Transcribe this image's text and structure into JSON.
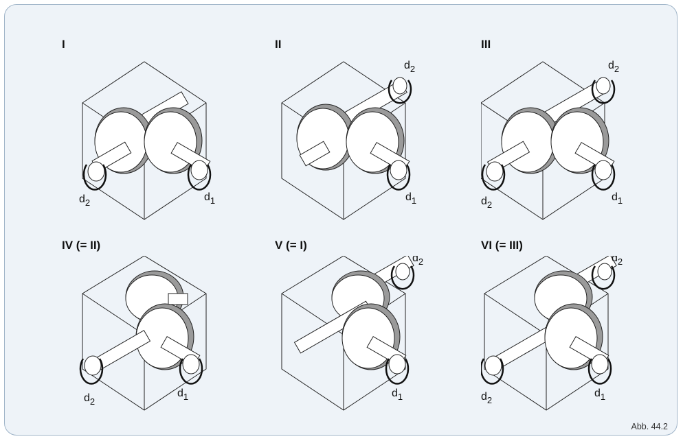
{
  "figures": [
    {
      "label": "I"
    },
    {
      "label": "II"
    },
    {
      "label": "III"
    },
    {
      "label": "IV (= II)"
    },
    {
      "label": "V (= I)"
    },
    {
      "label": "VI (= III)"
    }
  ],
  "direction_labels": {
    "d1": "d",
    "d2": "d",
    "sub1": "1",
    "sub2": "2"
  },
  "caption": "Abb. 44.2",
  "colors": {
    "frame_bg": "#eef3f8",
    "frame_border": "#9fb4c8",
    "gear_rim": "#9a9a9a"
  }
}
